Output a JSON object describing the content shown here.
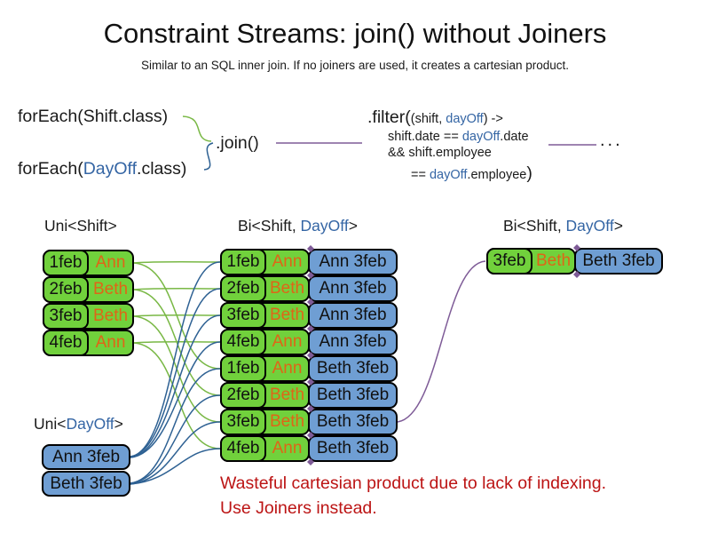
{
  "colors": {
    "shift_green": "#53a githube816",
    "dayoff_blue": "#3465a4",
    "box_green": "#71d13c",
    "box_blue": "#6f9ed3",
    "name_orange": "#df6517",
    "warning_red": "#bc1414",
    "line_green": "#79b845",
    "line_blue": "#2e6193",
    "line_purple": "#7e5b97",
    "text_black": "#1a1a1a"
  },
  "header": {
    "title": "Constraint Streams: join() without Joiners",
    "subtitle": "Similar to an SQL inner join. If no joiners are used, it creates a cartesian product."
  },
  "code": {
    "foreach_shift": [
      "forEach(",
      "Shift",
      ".class)"
    ],
    "foreach_dayoff": [
      "forEach(",
      "DayOff",
      ".class)"
    ],
    "join": ".join()",
    "filter": {
      "l1": [
        ".filter(",
        "(",
        "shift",
        ", ",
        "dayOff",
        ") ->"
      ],
      "l2": [
        "shift",
        ".date == ",
        "dayOff",
        ".date"
      ],
      "l3": [
        "&& ",
        "shift",
        ".employee"
      ],
      "l4": [
        "== ",
        "dayOff",
        ".employee",
        ")"
      ]
    },
    "ellipsis": "..."
  },
  "uni_shift": {
    "label": [
      "Uni<",
      "Shift",
      ">"
    ],
    "rows": [
      {
        "date": "1feb",
        "name": "Ann"
      },
      {
        "date": "2feb",
        "name": "Beth"
      },
      {
        "date": "3feb",
        "name": "Beth"
      },
      {
        "date": "4feb",
        "name": "Ann"
      }
    ]
  },
  "uni_dayoff": {
    "label": [
      "Uni<",
      "DayOff",
      ">"
    ],
    "rows": [
      {
        "text": "Ann 3feb"
      },
      {
        "text": "Beth 3feb"
      }
    ]
  },
  "bi_product": {
    "label": [
      "Bi<",
      "Shift",
      ", ",
      "DayOff",
      ">"
    ],
    "rows": [
      {
        "date": "1feb",
        "name": "Ann",
        "dayoff": "Ann 3feb"
      },
      {
        "date": "2feb",
        "name": "Beth",
        "dayoff": "Ann 3feb"
      },
      {
        "date": "3feb",
        "name": "Beth",
        "dayoff": "Ann 3feb"
      },
      {
        "date": "4feb",
        "name": "Ann",
        "dayoff": "Ann 3feb"
      },
      {
        "date": "1feb",
        "name": "Ann",
        "dayoff": "Beth 3feb"
      },
      {
        "date": "2feb",
        "name": "Beth",
        "dayoff": "Beth 3feb"
      },
      {
        "date": "3feb",
        "name": "Beth",
        "dayoff": "Beth 3feb"
      },
      {
        "date": "4feb",
        "name": "Ann",
        "dayoff": "Beth 3feb"
      }
    ]
  },
  "bi_result": {
    "label": [
      "Bi<",
      "Shift",
      ", ",
      "DayOff",
      ">"
    ],
    "rows": [
      {
        "date": "3feb",
        "name": "Beth",
        "dayoff": "Beth 3feb"
      }
    ]
  },
  "warning": {
    "line1": "Wasteful cartesian product due to lack of indexing.",
    "line2": "Use Joiners instead."
  }
}
